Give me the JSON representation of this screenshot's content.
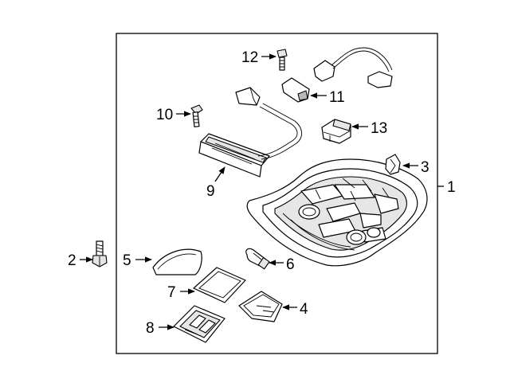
{
  "diagram": {
    "callouts": {
      "c1": "1",
      "c2": "2",
      "c3": "3",
      "c4": "4",
      "c5": "5",
      "c6": "6",
      "c7": "7",
      "c8": "8",
      "c9": "9",
      "c10": "10",
      "c11": "11",
      "c12": "12",
      "c13": "13"
    },
    "icons": {
      "arrow": "arrowhead-icon",
      "bolt": "bolt-icon",
      "bulb": "bulb-icon"
    },
    "colors": {
      "line": "#000000",
      "background": "#ffffff",
      "shading": "#e6e6e6"
    }
  }
}
